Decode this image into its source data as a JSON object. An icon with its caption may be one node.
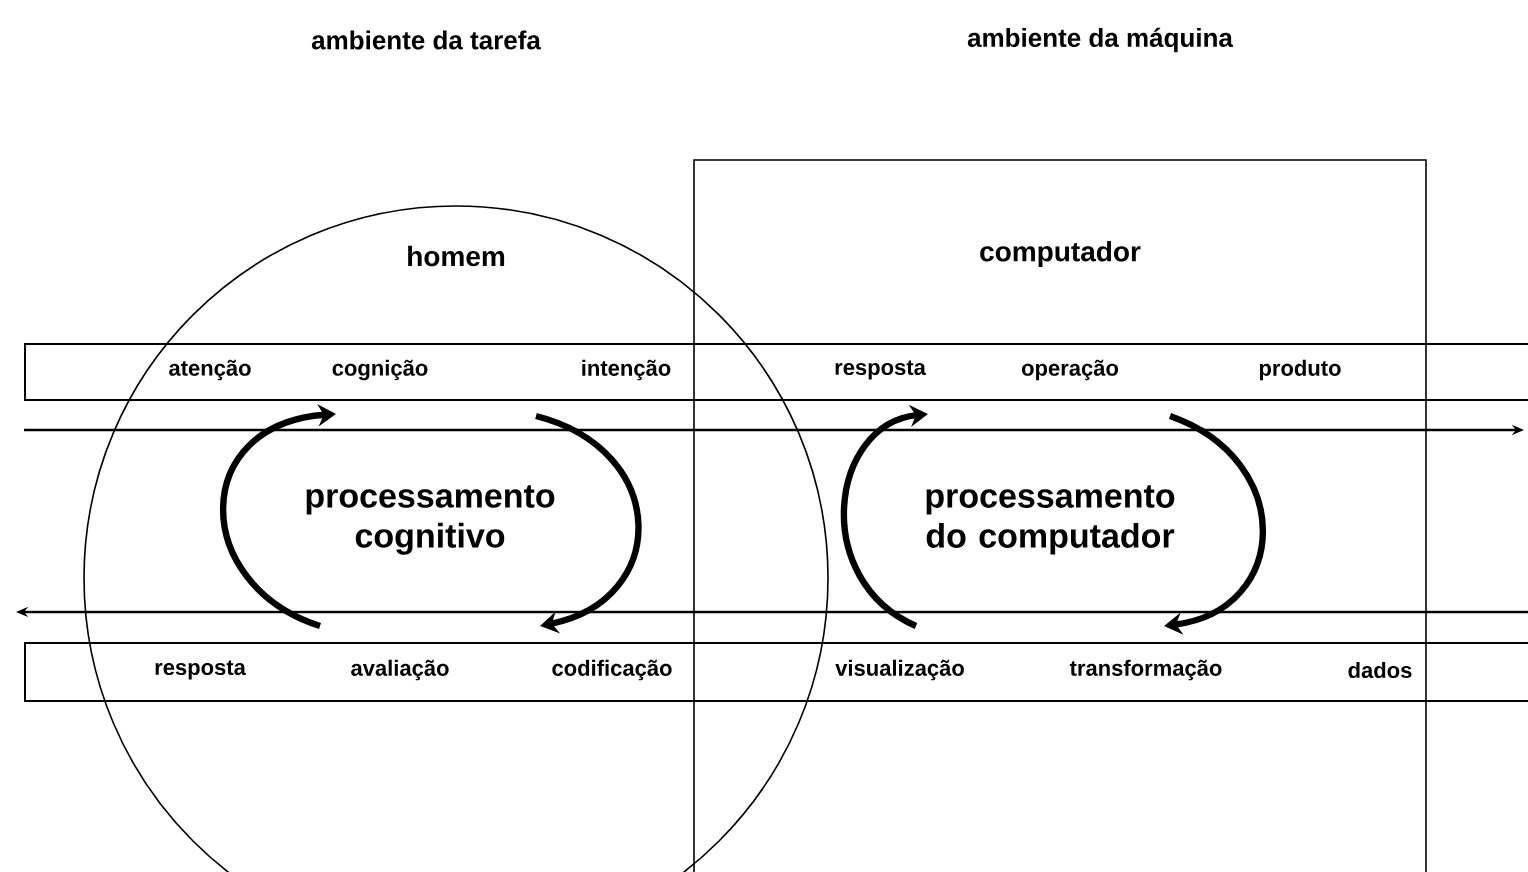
{
  "diagram": {
    "nodes": [
      {
        "text": [
          "homem"
        ]
      },
      {
        "text": [
          "computador"
        ]
      },
      {
        "text": [
          "atenção",
          "cognição",
          "intenção",
          "resposta",
          "operação",
          "produto"
        ]
      },
      {
        "text": [
          "resposta",
          "avaliação",
          "codificação",
          "visualização",
          "transformação",
          "dados"
        ]
      }
    ],
    "labels": [
      "ambiente da tarefa",
      "ambiente da máquina",
      "processamento cognitivo",
      "processamento do computador"
    ]
  }
}
